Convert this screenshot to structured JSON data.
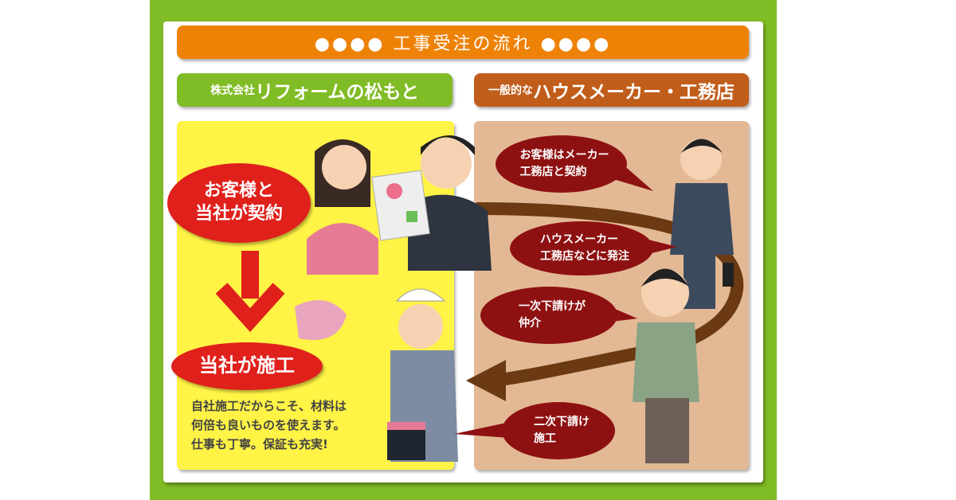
{
  "title": "●●●● 工事受注の流れ ●●●●",
  "left": {
    "header_small": "株式会社",
    "header_big": "リフォームの松もと",
    "bubble1": "お客様と\n当社が契約",
    "bubble2": "当社が施工",
    "note": "自社施工だからこそ、材料は\n何倍も良いものを使えます。\n仕事も丁寧。保証も充実!"
  },
  "right": {
    "header_small": "一般的な",
    "header_big": "ハウスメーカー・工務店",
    "steps": [
      "お客様はメーカー\n工務店と契約",
      "ハウスメーカー\n工務店などに発注",
      "一次下請けが\n仲介",
      "二次下請け\n施工"
    ]
  },
  "colors": {
    "green": "#80bc25",
    "orange": "#ee8207",
    "brown": "#c15d1b",
    "yellow": "#fff346",
    "red": "#e0201b",
    "darkred": "#8e1111"
  }
}
